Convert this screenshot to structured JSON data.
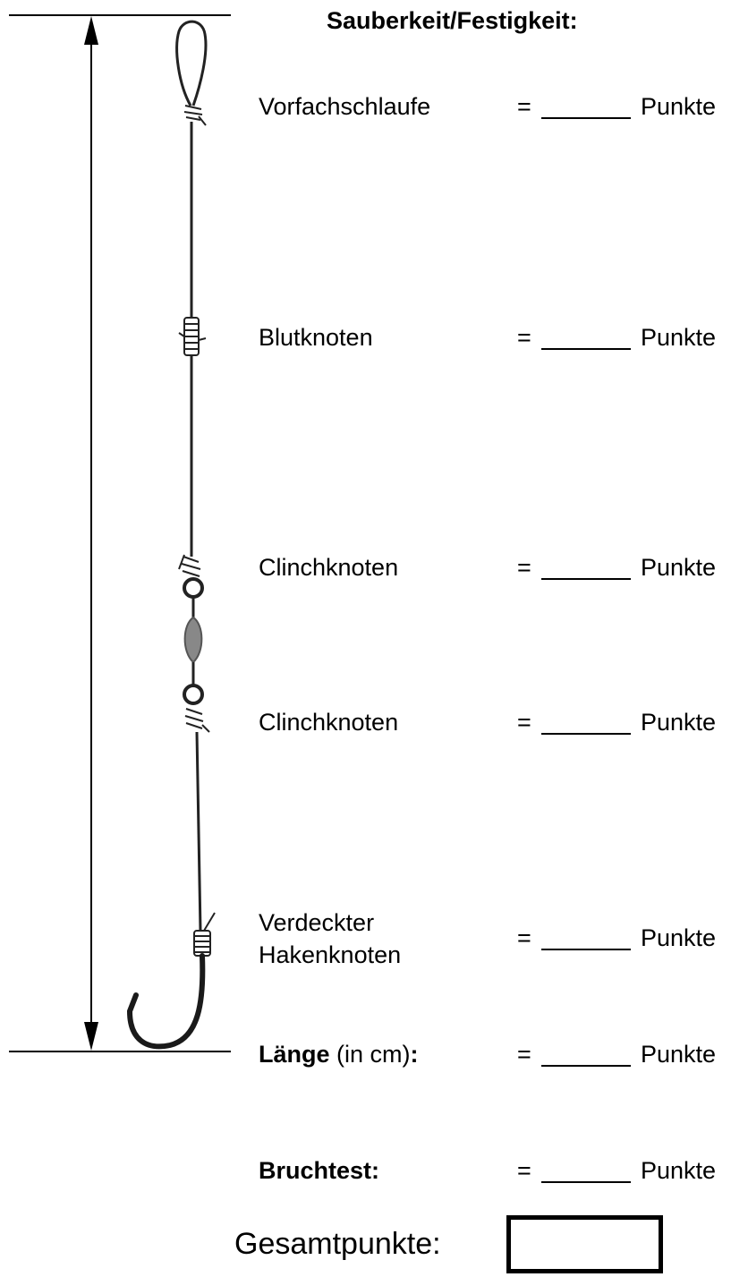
{
  "title": "Sauberkeit/Festigkeit:",
  "rows": [
    {
      "label": "Vorfachschlaufe",
      "equals": "=",
      "unit": "Punkte"
    },
    {
      "label": "Blutknoten",
      "equals": "=",
      "unit": "Punkte"
    },
    {
      "label": "Clinchknoten",
      "equals": "=",
      "unit": "Punkte"
    },
    {
      "label": "Clinchknoten",
      "equals": "=",
      "unit": "Punkte"
    },
    {
      "label_line1": "Verdeckter",
      "label_line2": "Hakenknoten",
      "equals": "=",
      "unit": "Punkte"
    },
    {
      "label_bold": "Länge",
      "label_rest": " (in cm):",
      "equals": "=",
      "unit": "Punkte"
    },
    {
      "label_bold": "Bruchtest:",
      "equals": "=",
      "unit": "Punkte"
    }
  ],
  "total": {
    "label": "Gesamtpunkte:"
  },
  "icons": {
    "rig": "fishing-rig-illustration",
    "measure": "length-arrow-icon"
  }
}
